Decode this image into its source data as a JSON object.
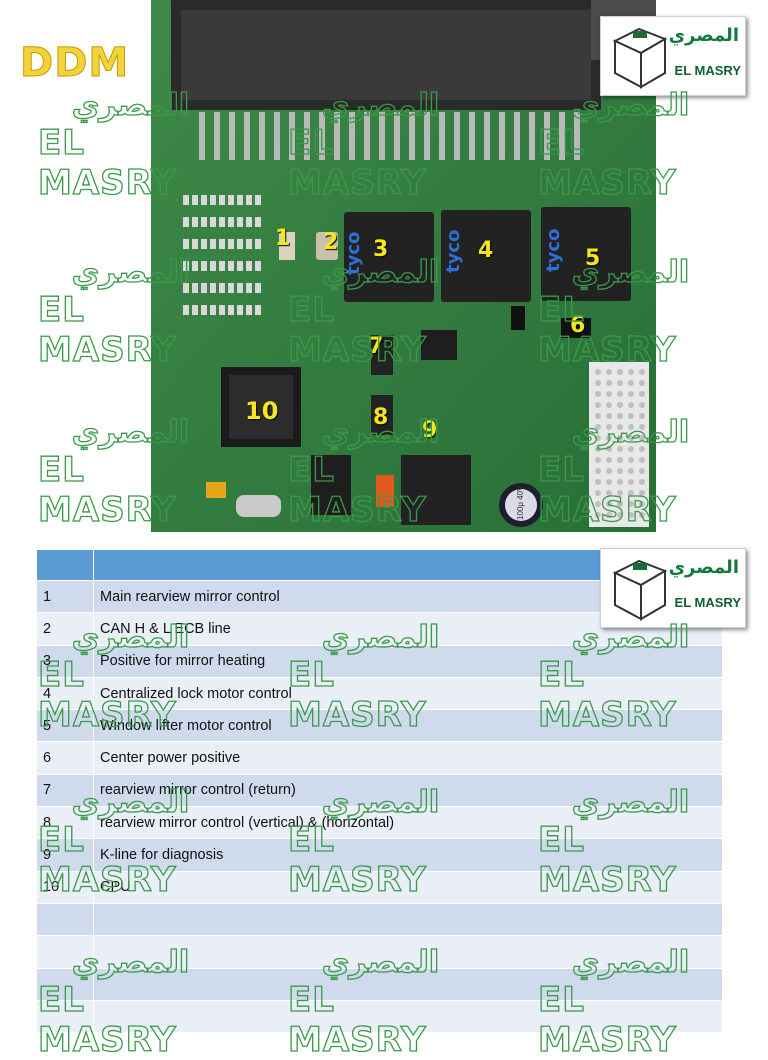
{
  "title": "DDM",
  "logo": {
    "arabic": "المصري",
    "english": "EL MASRY"
  },
  "watermark": {
    "arabic": "المصري",
    "english": "EL MASRY"
  },
  "board_labels": [
    "1",
    "2",
    "3",
    "4",
    "5",
    "6",
    "7",
    "8",
    "9",
    "10"
  ],
  "relay_brand": "tyco",
  "capacitor_text": "100μ 40V",
  "legend": {
    "header": [
      "",
      ""
    ],
    "rows": [
      {
        "num": "1",
        "desc": "Main rearview mirror control"
      },
      {
        "num": "2",
        "desc": "CAN H & L ECB line"
      },
      {
        "num": "3",
        "desc": "Positive for mirror heating"
      },
      {
        "num": "4",
        "desc": "Centralized lock motor control"
      },
      {
        "num": "5",
        "desc": "Window lifter motor control"
      },
      {
        "num": "6",
        "desc": "Center power positive"
      },
      {
        "num": "7",
        "desc": "rearview mirror control (return)"
      },
      {
        "num": "8",
        "desc": "rearview mirror control (vertical) & (horizontal)"
      },
      {
        "num": "9",
        "desc": "K-line for diagnosis"
      },
      {
        "num": "10",
        "desc": "CPU"
      },
      {
        "num": "",
        "desc": ""
      },
      {
        "num": "",
        "desc": ""
      },
      {
        "num": "",
        "desc": ""
      },
      {
        "num": "",
        "desc": ""
      }
    ]
  },
  "colors": {
    "title": "#f2d33a",
    "board": "#2f7a3e",
    "table_header": "#5b9bd5",
    "label": "#f5e61a",
    "watermark": "#3a9a4a"
  }
}
